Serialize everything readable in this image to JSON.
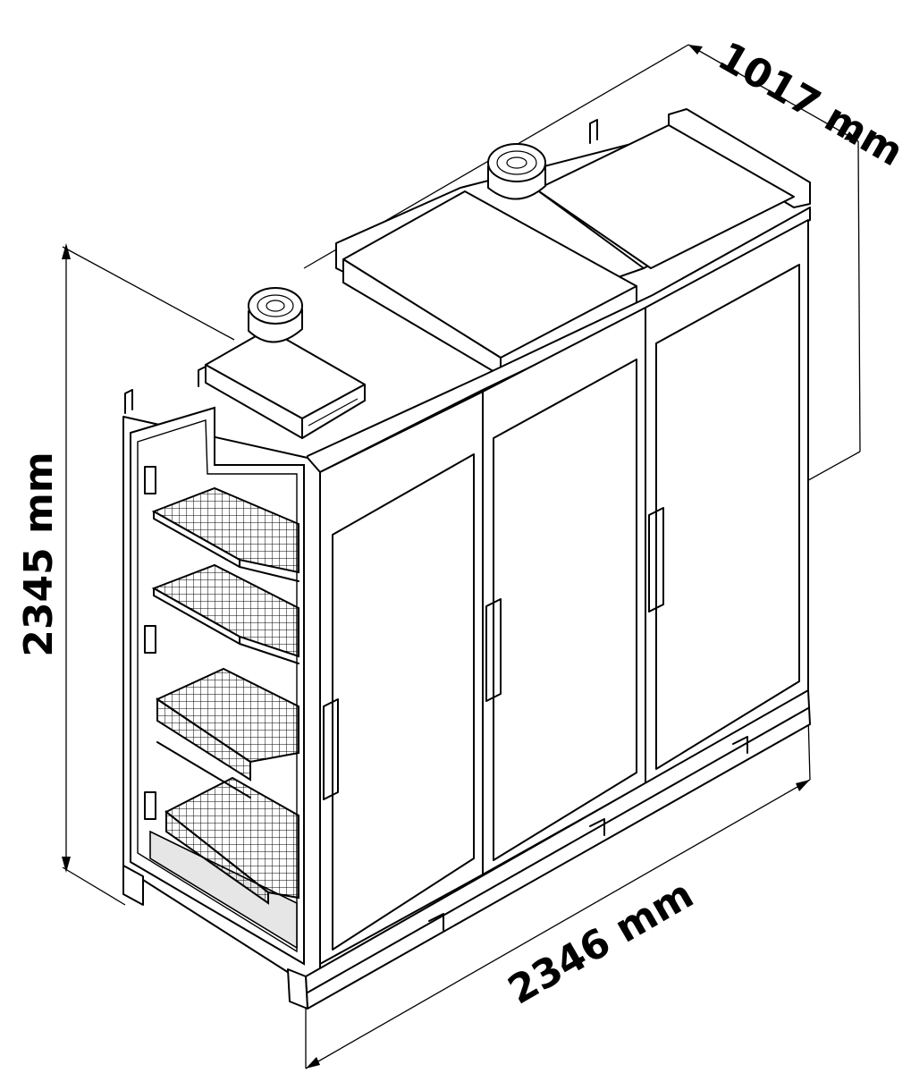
{
  "dimensions": {
    "depth": "1017 mm",
    "height": "2345 mm",
    "width": "2346 mm"
  },
  "colors": {
    "line": "#000000",
    "background": "#ffffff",
    "panel_shade": "#e6e6e6"
  },
  "components": {
    "doors": 3,
    "fans": 2,
    "grid_shelves": 2,
    "wire_baskets": 2
  }
}
